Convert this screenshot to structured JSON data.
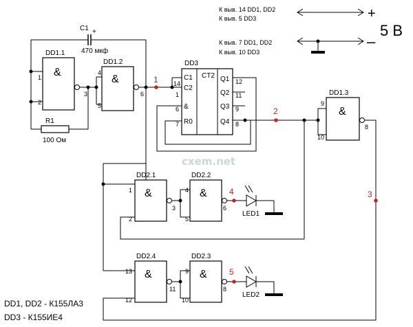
{
  "power": {
    "plus_line1": "К выв. 14  DD1, DD2",
    "plus_line2": "К выв. 5  DD3",
    "minus_line1": "К выв. 7  DD1, DD2",
    "minus_line2": "К выв. 10  DD3",
    "plus_sign": "+",
    "minus_sign": "–",
    "voltage": "5 В"
  },
  "components": {
    "c1_name": "C1",
    "c1_plus": "+",
    "c1_value": "470 мкф",
    "r1_name": "R1",
    "r1_value": "100 Ом",
    "led1": "LED1",
    "led2": "LED2"
  },
  "gates": {
    "amp": "&",
    "dd11": {
      "name": "DD1.1",
      "pins": [
        "1",
        "2",
        "3"
      ]
    },
    "dd12": {
      "name": "DD1.2",
      "pins": [
        "4",
        "5",
        "6"
      ]
    },
    "dd13": {
      "name": "DD1.3",
      "pins": [
        "9",
        "10",
        "8"
      ]
    },
    "dd21": {
      "name": "DD2.1",
      "pins": [
        "1",
        "2",
        "3"
      ]
    },
    "dd22": {
      "name": "DD2.2",
      "pins": [
        "4",
        "5",
        "6"
      ]
    },
    "dd24": {
      "name": "DD2.4",
      "pins": [
        "13",
        "12",
        "11"
      ]
    },
    "dd23": {
      "name": "DD2.3",
      "pins": [
        "9",
        "10",
        "8"
      ]
    }
  },
  "counter": {
    "name": "DD3",
    "type": "CT2",
    "in_labels": [
      "C1",
      "C2",
      "&",
      "R0"
    ],
    "in_pins": [
      "14",
      "1",
      "6",
      "7"
    ],
    "out_labels": [
      "Q1",
      "Q2",
      "Q3",
      "Q4"
    ],
    "out_pins": [
      "12",
      "11",
      "9",
      "8"
    ]
  },
  "nodes": [
    "1",
    "2",
    "3",
    "4",
    "5"
  ],
  "watermark": "cxem.net",
  "legend": {
    "line1": "DD1, DD2 - К155ЛА3",
    "line2": "DD3 - К155ИЕ4"
  }
}
